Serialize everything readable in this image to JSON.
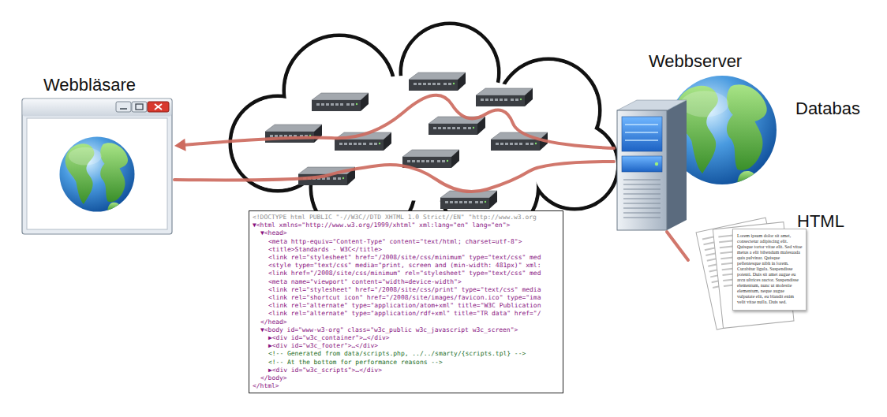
{
  "diagram": {
    "nodes": [
      {
        "text": [
          "Webbläsare"
        ]
      },
      {
        "text": [
          "Webbserver"
        ]
      },
      {
        "text": [
          "Databas"
        ]
      },
      {
        "text": [
          "HTML",
          "Lorem ipsum dolor sit amet, consectetur adipiscing elit. Quisque tortor vitae elit. Sed vitae metus a elit bibendum malesuada quis pulvinar. Quisque pellentesque nibh in lorem. Curabitur ligula. Suspendisse potenti. Duis sit amet augue eu arcu ultrices auctor. Suspendisse elementum, nunc ut molestie elementum, neque augue vulputate elit, eu blandit enim velit vitae nulla. Duis sed."
        ]
      },
      {
        "text": [
          "<!DOCTYPE html PUBLIC \"-//W3C//DTD XHTML 1.0 Strict//EN\" \"http://www.w3.org",
          "▼<html xmlns=\"http://www.w3.org/1999/xhtml\" xml:lang=\"en\" lang=\"en\">",
          "▼<head>",
          "<meta http-equiv=\"Content-Type\" content=\"text/html; charset=utf-8\">",
          "<title>Standards - W3C</title>",
          "<link rel=\"stylesheet\" href=\"/2008/site/css/minimum\" type=\"text/css\" med",
          "<style type=\"text/css\" media=\"print, screen and (min-width: 481px)\" xml:",
          "<link href=\"/2008/site/css/minimum\" rel=\"stylesheet\" type=\"text/css\" med",
          "<meta name=\"viewport\" content=\"width=device-width\">",
          "<link rel=\"stylesheet\" href=\"/2008/site/css/print\" type=\"text/css\" media",
          "<link rel=\"shortcut icon\" href=\"/2008/site/images/favicon.ico\" type=\"ima",
          "<link rel=\"alternate\" type=\"application/atom+xml\" title=\"W3C Publication",
          "<link rel=\"alternate\" type=\"application/rdf+xml\" title=\"TR data\" href=\"/",
          "</head>",
          "▼<body id=\"www-w3-org\" class=\"w3c_public w3c_javascript w3c_screen\">",
          "▶<div id=\"w3c_container\">…</div>",
          "▶<div id=\"w3c_footer\">…</div>",
          "<!-- Generated from data/scripts.php, ../../smarty/{scripts.tpl} -->",
          "<!-- At the bottom for performance reasons -->",
          "▶<div id=\"w3c_scripts\">…</div>",
          "</body>",
          "</html>"
        ]
      }
    ],
    "edges": [
      {
        "from": 1,
        "to": 0,
        "arrow": "to"
      },
      {
        "from": 0,
        "to": 1,
        "arrow": "none"
      },
      {
        "from": 1,
        "to": 3,
        "arrow": "none"
      }
    ]
  }
}
